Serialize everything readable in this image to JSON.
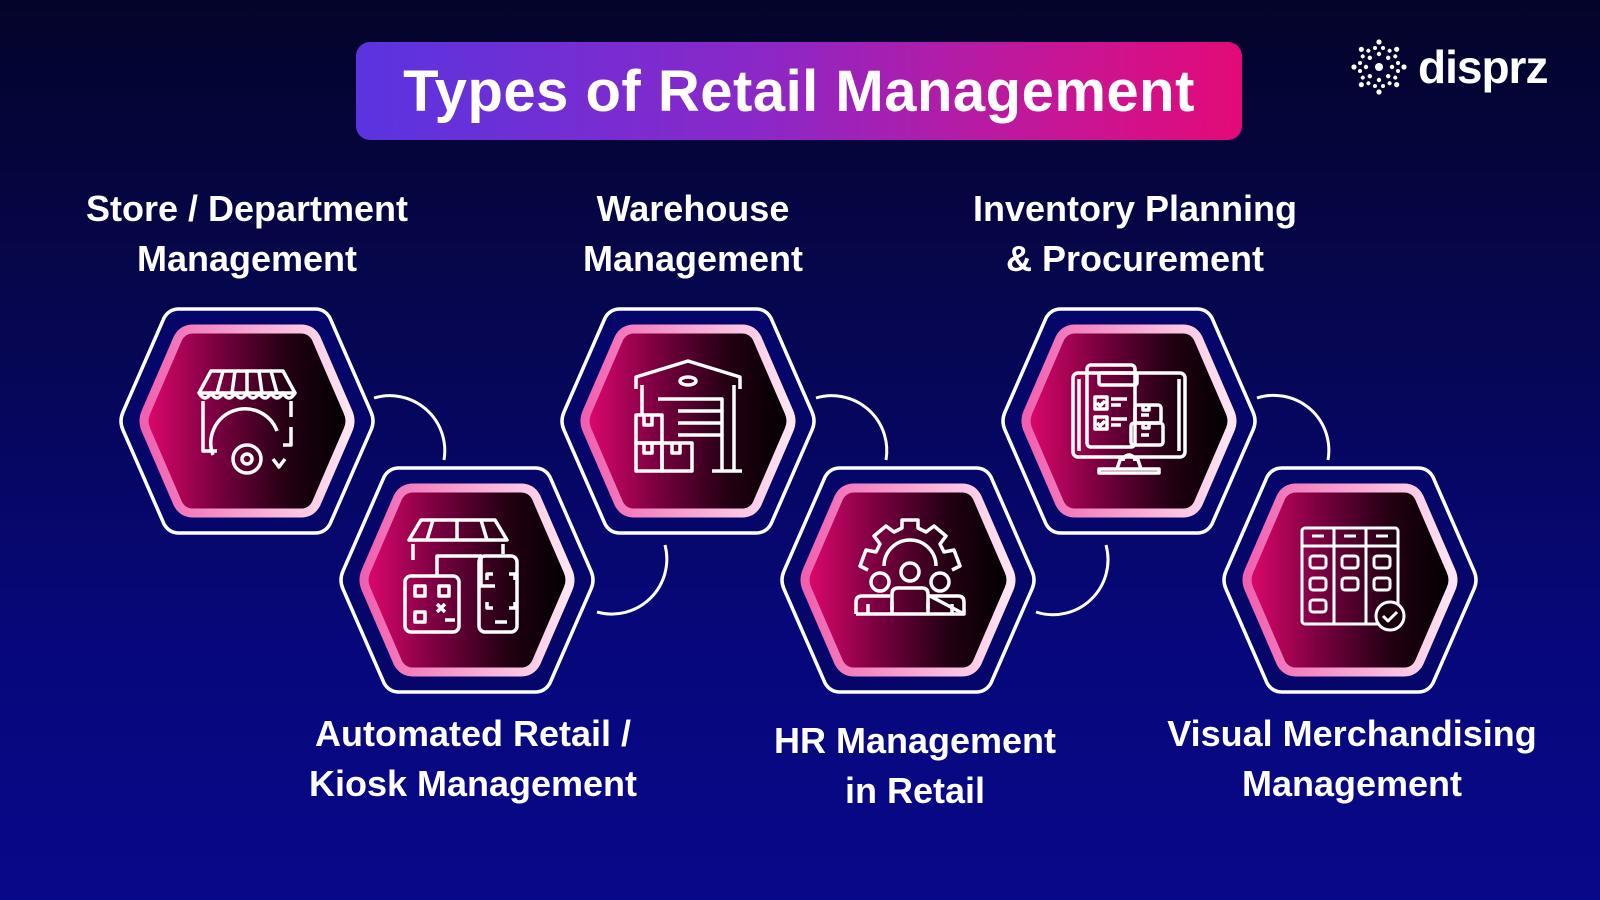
{
  "title": "Types of Retail Management",
  "logo": {
    "text": "disprz",
    "icon": "snowflake-people-icon"
  },
  "colors": {
    "background_top": "#04042a",
    "background_bottom": "#08088a",
    "title_gradient_start": "#5a34e0",
    "title_gradient_end": "#e30a78",
    "hex_fill_left": "#e0086e",
    "hex_fill_right": "#000000",
    "hex_border": "#f7a8d8",
    "outline": "#ffffff"
  },
  "items": [
    {
      "line1": "Store / Department",
      "line2": "Management",
      "icon": "store-gear-icon"
    },
    {
      "line1": "Automated Retail /",
      "line2": "Kiosk Management",
      "icon": "kiosk-qr-phone-icon"
    },
    {
      "line1": "Warehouse",
      "line2": "Management",
      "icon": "warehouse-boxes-icon"
    },
    {
      "line1": "HR Management",
      "line2": "in Retail",
      "icon": "team-gear-icon"
    },
    {
      "line1": "Inventory Planning",
      "line2": "& Procurement",
      "icon": "monitor-checklist-icon"
    },
    {
      "line1": "Visual Merchandising",
      "line2": "Management",
      "icon": "planogram-check-icon"
    }
  ]
}
